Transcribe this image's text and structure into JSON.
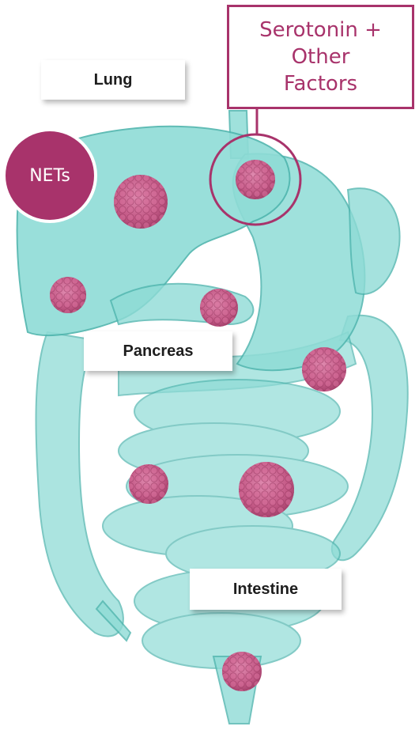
{
  "labels": {
    "lung": "Lung",
    "pancreas": "Pancreas",
    "intestine": "Intestine"
  },
  "callout": {
    "lines": [
      "Serotonin +",
      "Other",
      "Factors"
    ]
  },
  "badge": "NETs",
  "colors": {
    "organ_fill": "#8fdcd6",
    "organ_stroke": "#4fb5ae",
    "tumor": "#c45a87",
    "accent": "#a8336b"
  }
}
